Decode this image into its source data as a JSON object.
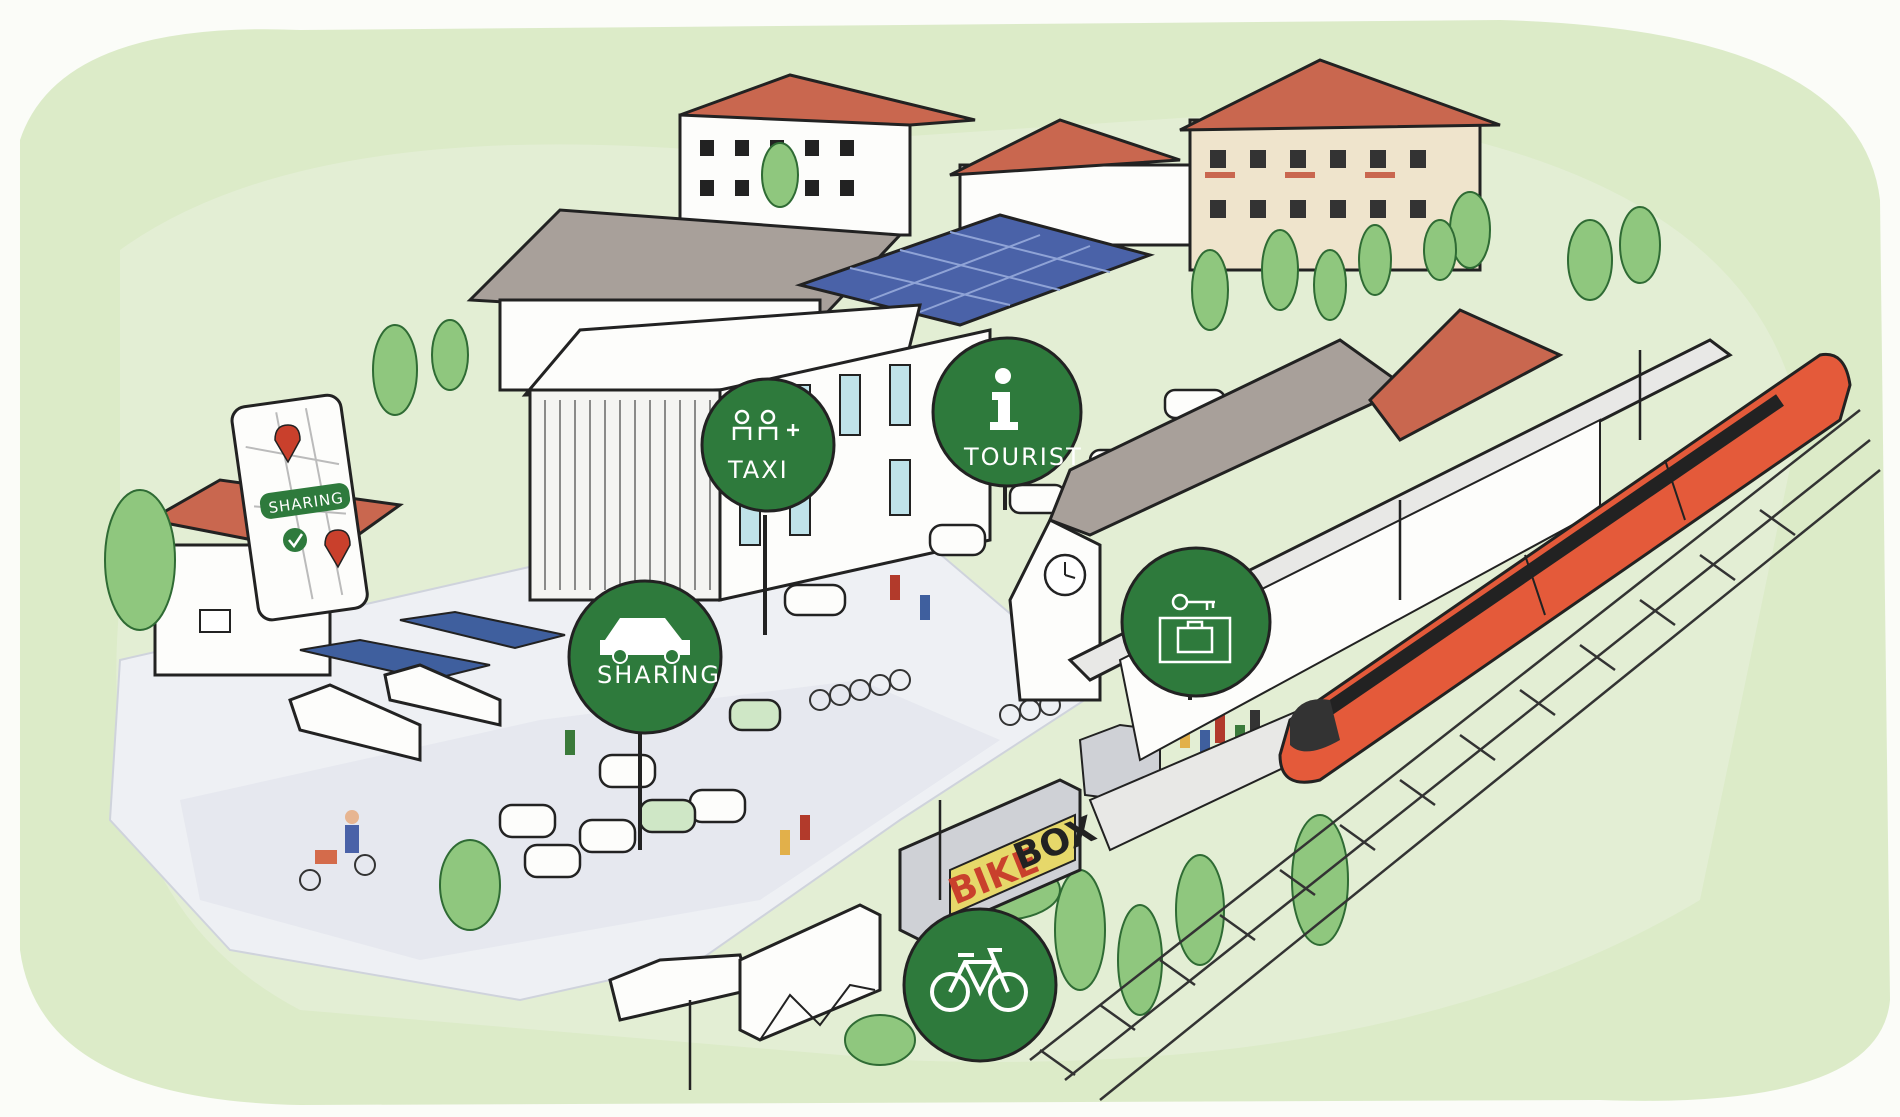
{
  "signs": {
    "taxi_label": "TAXI",
    "tourist_label": "TOURIST",
    "sharing_label": "SHARING",
    "phone_sharing_label": "SHARING",
    "bikebox_bike": "BIKE",
    "bikebox_box": "BOX",
    "taxi_icon": "people-plus-icon",
    "tourist_icon": "info-icon",
    "sharing_icon": "car-icon",
    "luggage_icon": "luggage-key-icon",
    "bike_icon": "bicycle-icon"
  },
  "colors": {
    "sign_green": "#2e7a3c",
    "train_red": "#e45a3a",
    "roof_red": "#c9674f",
    "solar_blue": "#4a62a8",
    "grass_green": "#cfe4b4",
    "canopy_blue": "#3f5f9e"
  }
}
